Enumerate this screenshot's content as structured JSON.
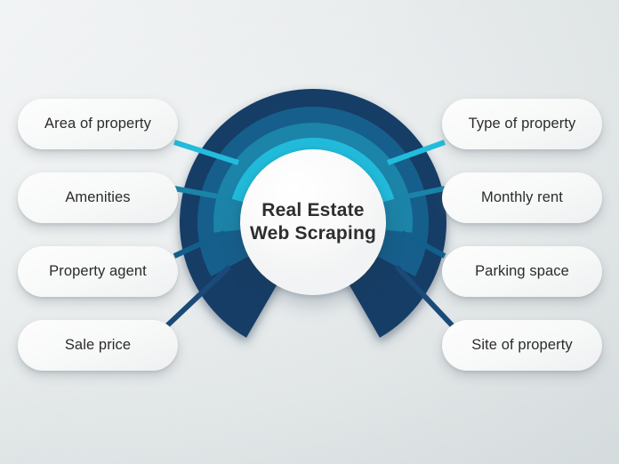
{
  "diagram": {
    "type": "radial-hub-and-spoke",
    "center": {
      "title_line_1": "Real Estate",
      "title_line_2": "Web Scraping"
    },
    "background_color": "#e4e9ea",
    "rings": [
      {
        "name": "ring-1-cyan",
        "color": "#22bcdc"
      },
      {
        "name": "ring-2-teal",
        "color": "#1a84a8"
      },
      {
        "name": "ring-3-blue",
        "color": "#125f8c"
      },
      {
        "name": "ring-4-navy",
        "color": "#133c66"
      }
    ],
    "nodes_left": [
      {
        "label": "Area of property",
        "color": "#22bcdc"
      },
      {
        "label": "Amenities",
        "color": "#1a84a8"
      },
      {
        "label": "Property agent",
        "color": "#125f8c"
      },
      {
        "label": "Sale price",
        "color": "#133c66"
      }
    ],
    "nodes_right": [
      {
        "label": "Type of property",
        "color": "#22bcdc"
      },
      {
        "label": "Monthly rent",
        "color": "#1a84a8"
      },
      {
        "label": "Parking space",
        "color": "#125f8c"
      },
      {
        "label": "Site of property",
        "color": "#133c66"
      }
    ]
  }
}
